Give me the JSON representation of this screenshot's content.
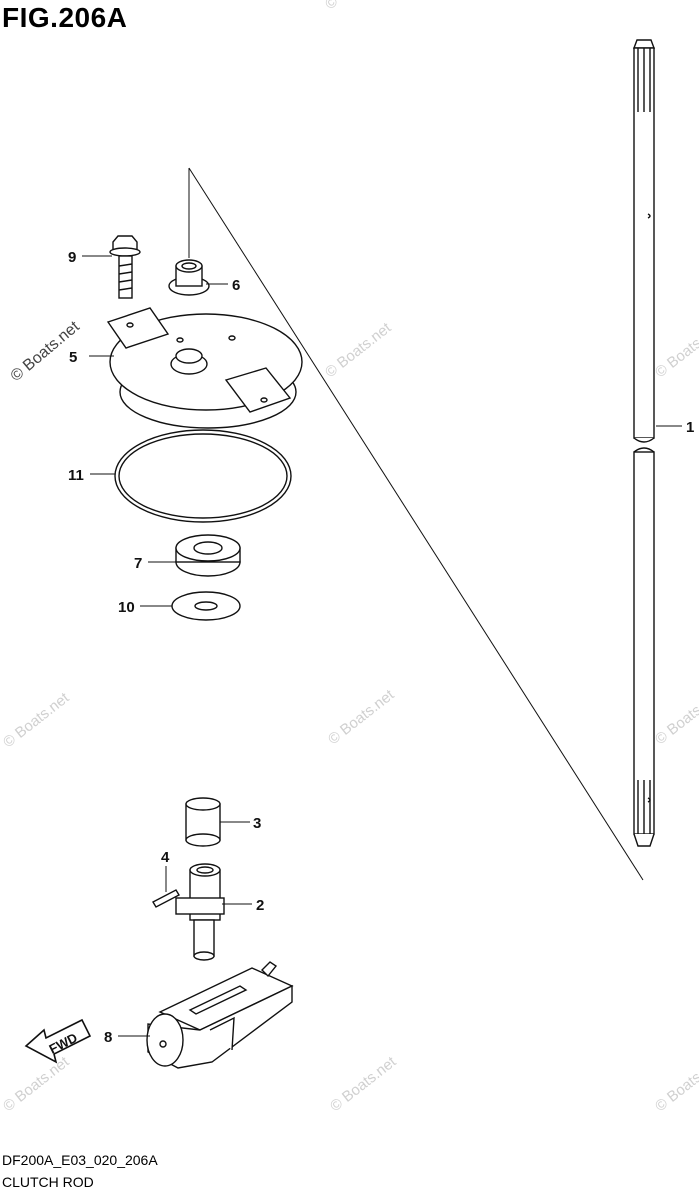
{
  "figure": {
    "title": "FIG.206A",
    "code": "DF200A_E03_020_206A",
    "name": "CLUTCH ROD"
  },
  "callouts": [
    "1",
    "2",
    "3",
    "4",
    "5",
    "6",
    "7",
    "8",
    "9",
    "10",
    "11"
  ],
  "watermark": {
    "text": "© Boats.net",
    "primary_text": "© Boats.net"
  },
  "direction_arrow": {
    "label": "FWD"
  },
  "colors": {
    "line": "#111111",
    "watermark": "#d0d0d0",
    "background": "#ffffff"
  }
}
